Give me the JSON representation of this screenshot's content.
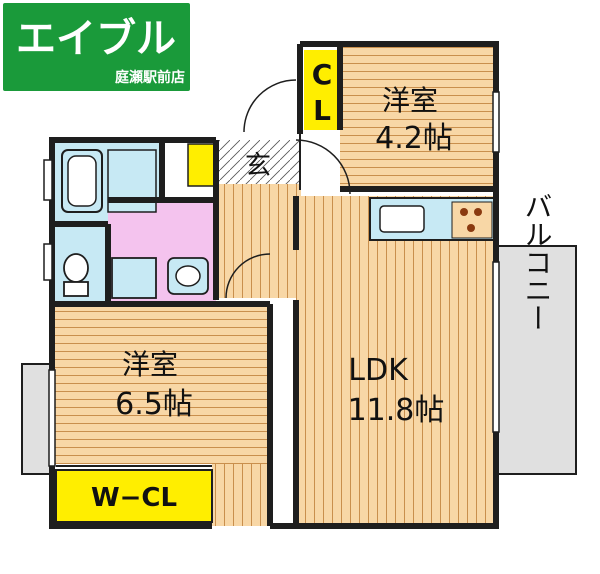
{
  "logo": {
    "brand": "エイブル",
    "branch": "庭瀬駅前店",
    "color": "#1a9a3a"
  },
  "rooms": {
    "closet_top": {
      "line1": "C",
      "line2": "L"
    },
    "western_small": {
      "name": "洋室",
      "size": "4.2帖"
    },
    "entrance": {
      "name": "玄"
    },
    "western_large": {
      "name": "洋室",
      "size": "6.5帖"
    },
    "ldk": {
      "name": "LDK",
      "size": "11.8帖"
    },
    "walkin_closet": {
      "name": "W−CL"
    },
    "balcony": {
      "name": "バルコニー"
    }
  },
  "colors": {
    "wood": "#f8d7a6",
    "wood_line": "#c98f4d",
    "closet_yellow": "#ffee00",
    "wet_area": "#c7e9f4",
    "washroom": "#f4c3ee",
    "wall": "#1e1e1e",
    "balcony_fill": "#e0e0e0"
  }
}
